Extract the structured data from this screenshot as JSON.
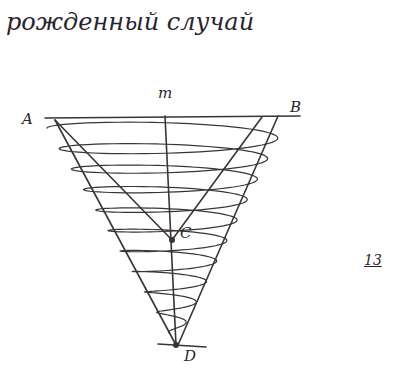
{
  "diagram": {
    "title": "рожденный случай",
    "labels": [
      "m",
      "A",
      "B",
      "C",
      "D",
      "13"
    ]
  }
}
